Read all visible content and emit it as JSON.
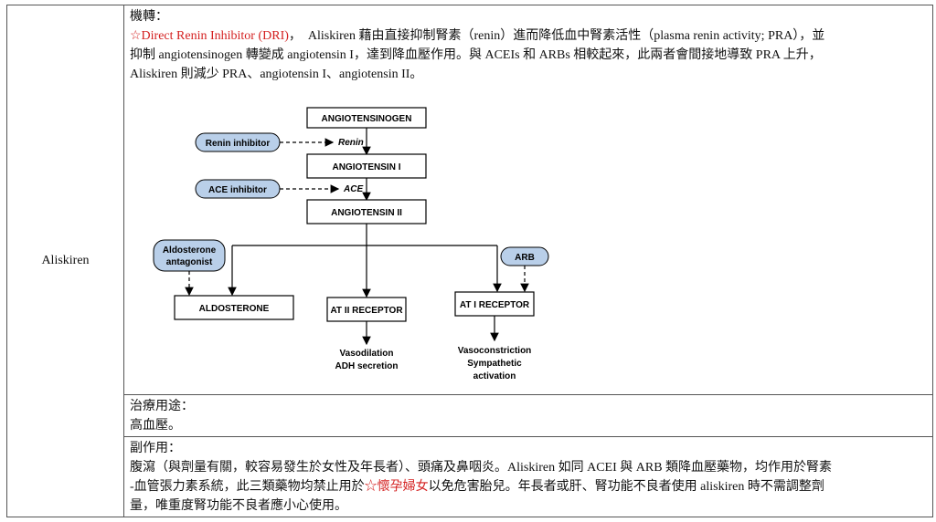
{
  "drug_name": "Aliskiren",
  "mechanism": {
    "heading": "機轉：",
    "line1_star": "☆Direct Renin Inhibitor (DRI)",
    "line1_rest": "，　Aliskiren 藉由直接抑制腎素（renin）進而降低血中腎素活性（plasma renin activity; PRA），並",
    "line2": "抑制 angiotensinogen 轉變成 angiotensin I，達到降血壓作用。與 ACEIs 和 ARBs 相較起來，此兩者會間接地導致 PRA 上升，",
    "line3": "Aliskiren 則減少 PRA、angiotensin I、angiotensin II。"
  },
  "diagram": {
    "main_boxes": [
      "ANGIOTENSINOGEN",
      "ANGIOTENSIN I",
      "ANGIOTENSIN II"
    ],
    "enzymes": [
      "Renin",
      "ACE"
    ],
    "inhibitors": [
      "Renin inhibitor",
      "ACE inhibitor",
      "ARB"
    ],
    "aldo_antagonist": [
      "Aldosterone",
      "antagonist"
    ],
    "targets": [
      "ALDOSTERONE",
      "AT II RECEPTOR",
      "AT I RECEPTOR"
    ],
    "at2_effects": [
      "Vasodilation",
      "ADH secretion"
    ],
    "at1_effects": [
      "Vasoconstriction",
      "Sympathetic",
      "activation"
    ]
  },
  "use": {
    "heading": "治療用途：",
    "text": "高血壓。"
  },
  "side_effects": {
    "heading": "副作用：",
    "line1": "腹瀉（與劑量有關，較容易發生於女性及年長者）、頭痛及鼻咽炎。Aliskiren 如同 ACEI 與 ARB 類降血壓藥物，均作用於腎素",
    "line2_pre": "-血管張力素系統，此三類藥物均禁止用於",
    "line2_star": "☆懷孕婦女",
    "line2_post": "以免危害胎兒。年長者或肝、腎功能不良者使用 aliskiren 時不需調整劑",
    "line3": "量，唯重度腎功能不良者應小心使用。"
  },
  "colors": {
    "highlight": "#d42020",
    "pill_fill": "#b9cfe9",
    "border": "#555555"
  }
}
